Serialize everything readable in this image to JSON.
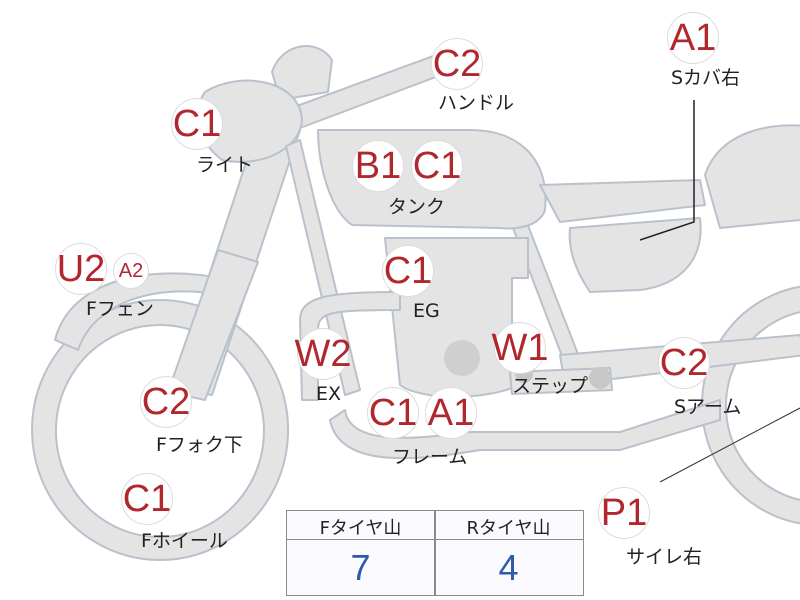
{
  "colors": {
    "grade_text": "#b0282e",
    "part_fill": "#e4e4e4",
    "part_stroke": "#b9c2cc",
    "tread_value": "#2e5aa8"
  },
  "parts": {
    "s_cover_right": {
      "grade": "A1",
      "label": "Sカバ右"
    },
    "handle": {
      "grade": "C2",
      "label": "ハンドル"
    },
    "light": {
      "grade": "C1",
      "label": "ライト"
    },
    "tank": {
      "grades": [
        "B1",
        "C1"
      ],
      "label": "タンク"
    },
    "f_fender": {
      "grades": [
        "U2",
        "A2"
      ],
      "label": "Fフェン"
    },
    "engine": {
      "grade": "C1",
      "label": "EG"
    },
    "exhaust": {
      "grade": "W2",
      "label": "EX"
    },
    "step": {
      "grade": "W1",
      "label": "ステップ"
    },
    "s_arm": {
      "grade": "C2",
      "label": "Sアーム"
    },
    "f_fork_lower": {
      "grade": "C2",
      "label": "Fフォク下"
    },
    "frame": {
      "grades": [
        "C1",
        "A1"
      ],
      "label": "フレーム"
    },
    "f_wheel": {
      "grade": "C1",
      "label": "Fホイール"
    },
    "side_cover_right": {
      "grade": "P1",
      "label": "サイレ右"
    }
  },
  "tread": {
    "headers": [
      "Fタイヤ山",
      "Rタイヤ山"
    ],
    "values": [
      "7",
      "4"
    ]
  }
}
